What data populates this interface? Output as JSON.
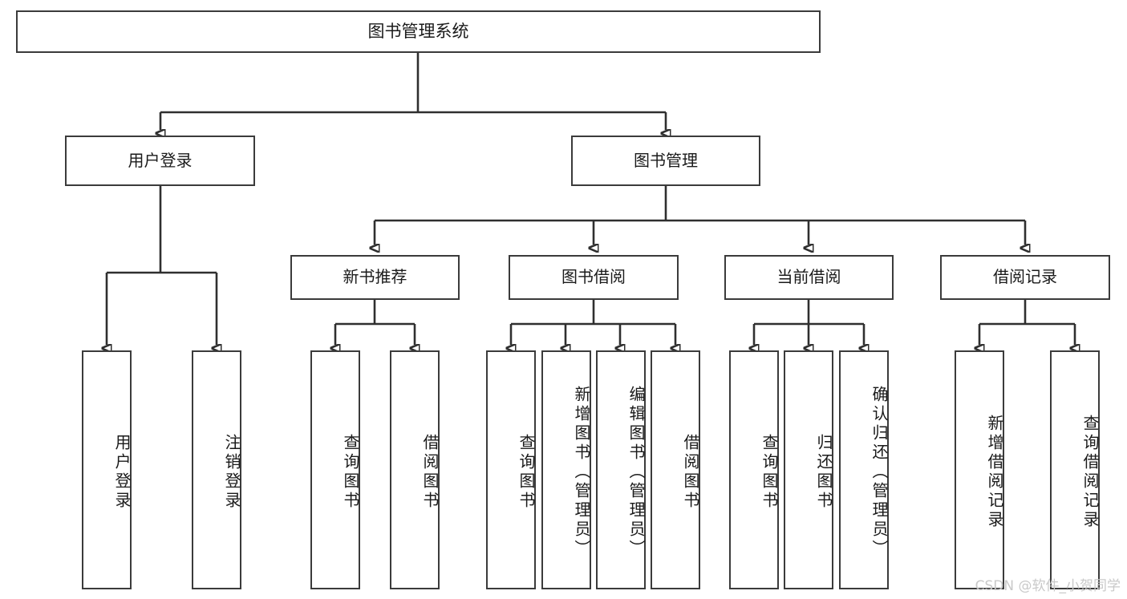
{
  "diagram": {
    "type": "tree",
    "title": "图书管理系统",
    "watermark": "CSDN @软件_小贺同学",
    "colors": {
      "box_border": "#3b3b3b",
      "box_fill": "#ffffff",
      "connector": "#2f2f2f",
      "text": "#1a1a1a",
      "watermark": "#c9c9c9"
    },
    "nodes": {
      "root": {
        "label": "图书管理系统"
      },
      "level2": [
        {
          "id": "user-login",
          "label": "用户登录"
        },
        {
          "id": "book-manage",
          "label": "图书管理"
        }
      ],
      "level3": [
        {
          "id": "new-book-recommend",
          "label": "新书推荐"
        },
        {
          "id": "book-borrow",
          "label": "图书借阅"
        },
        {
          "id": "current-borrow",
          "label": "当前借阅"
        },
        {
          "id": "borrow-record",
          "label": "借阅记录"
        }
      ],
      "leaves": {
        "user_login": [
          {
            "id": "leaf-user-login",
            "label": "用户登录"
          },
          {
            "id": "leaf-user-logout",
            "label": "注销登录"
          }
        ],
        "new_book_recommend": [
          {
            "id": "leaf-query-book-1",
            "label": "查询图书"
          },
          {
            "id": "leaf-borrow-book-1",
            "label": "借阅图书"
          }
        ],
        "book_borrow": [
          {
            "id": "leaf-query-book-2",
            "label": "查询图书"
          },
          {
            "id": "leaf-add-book",
            "label": "新增图书（管理员）"
          },
          {
            "id": "leaf-edit-book",
            "label": "编辑图书（管理员）"
          },
          {
            "id": "leaf-borrow-book-2",
            "label": "借阅图书"
          }
        ],
        "current_borrow": [
          {
            "id": "leaf-query-book-3",
            "label": "查询图书"
          },
          {
            "id": "leaf-return-book",
            "label": "归还图书"
          },
          {
            "id": "leaf-confirm-return",
            "label": "确认归还（管理员）"
          }
        ],
        "borrow_record": [
          {
            "id": "leaf-add-record",
            "label": "新增借阅记录"
          },
          {
            "id": "leaf-query-record",
            "label": "查询借阅记录"
          }
        ]
      }
    }
  }
}
